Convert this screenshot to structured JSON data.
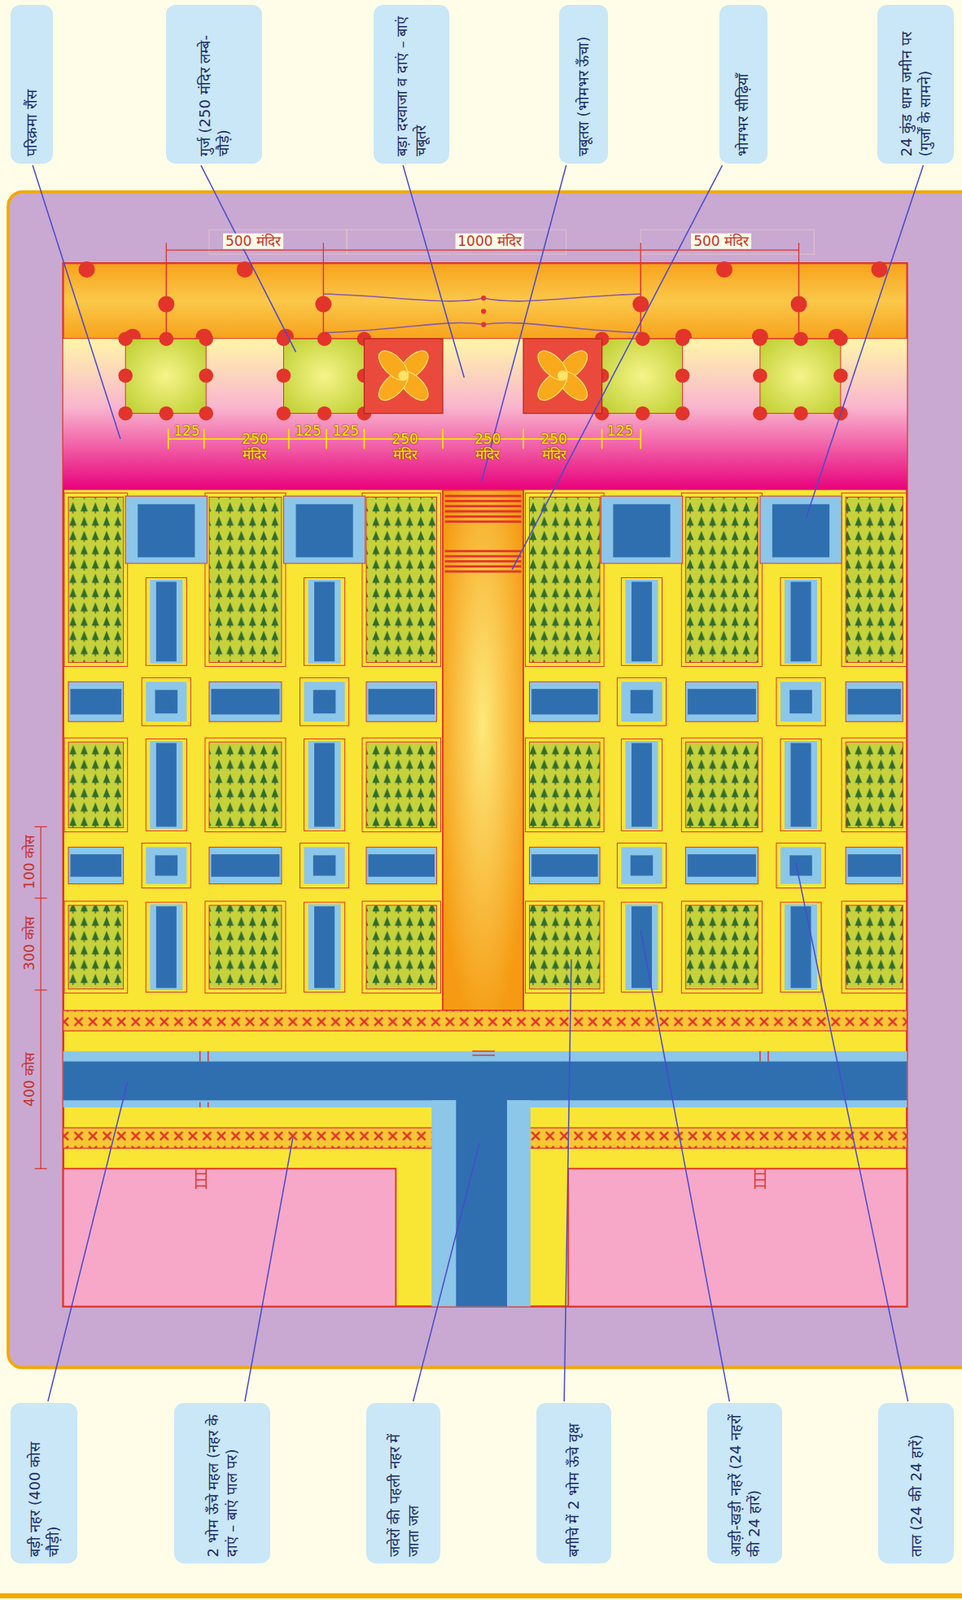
{
  "diagram": {
    "nodes": [
      {
        "text": [
          "परिक्रमा रौंस"
        ]
      },
      {
        "text": [
          "गुर्ज (250 मंदिर लम्बे-चौड़े)"
        ]
      },
      {
        "text": [
          "बड़ा दरवाजा व दाएं – बाएं चबूतरे"
        ]
      },
      {
        "text": [
          "चबूतरा (भोमभर ऊँचा)"
        ]
      },
      {
        "text": [
          "भोमभर सीढ़ियाँ"
        ]
      },
      {
        "text": [
          "24 कुंड धाम जमीन पर (गुर्जों के सामने)"
        ]
      },
      {
        "text": [
          "बड़ी नहर (400 कोस चौड़ी)"
        ]
      },
      {
        "text": [
          "2 भोम ऊँचे महल (नहर के दाएं – बाएं पाल पर)"
        ]
      },
      {
        "text": [
          "जवेरों की पहली नहर में जाता जल"
        ]
      },
      {
        "text": [
          "बगीचे में 2 भोम ऊँचे वृक्ष"
        ]
      },
      {
        "text": [
          "आड़ी-खड़ी नहरें (24 नहरों की 24 हारें)"
        ]
      },
      {
        "text": [
          "ताल (24 की 24 हारें)"
        ]
      }
    ],
    "labels": [
      "500 मंदिर",
      "1000 मंदिर",
      "500 मंदिर",
      "125",
      "250 मंदिर",
      "125",
      "125",
      "250 मंदिर",
      "250 मंदिर",
      "250 मंदिर",
      "125",
      "100 कोस",
      "300 कोस",
      "400 कोस"
    ]
  }
}
